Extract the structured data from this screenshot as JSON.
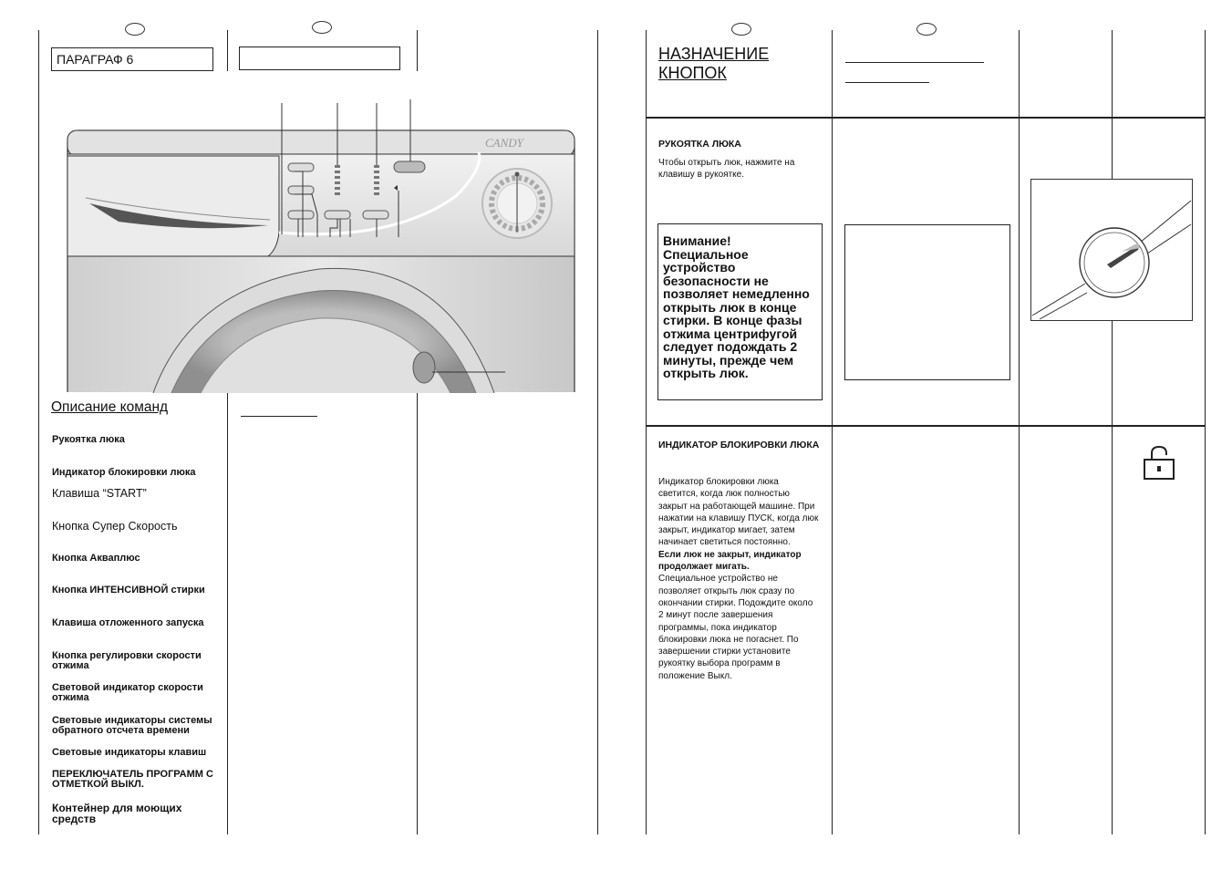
{
  "left_page": {
    "section_label": "ПАРАГРАФ 6",
    "brand": "CANDY",
    "commands_heading": "Описание команд",
    "commands": [
      "Рукоятка люка",
      "Индикатор блокировки люка",
      "Клавиша “START”",
      "Кнопка Супер Скорость",
      "Кнопка Акваплюс",
      "Кнопка ИНТЕНСИВНОЙ стирки",
      "Клавиша отложенного запуска",
      "Кнопка регулировки скорости отжима",
      "Световой индикатор скорости отжима",
      "Световые индикаторы системы обратного отсчета времени",
      "Световые индикаторы клавиш",
      "ПЕРЕКЛЮЧАТЕЛЬ ПРОГРАММ С ОТМЕТКОЙ ВЫКЛ.",
      "Контейнер для моющих средств"
    ]
  },
  "right_page": {
    "heading_line1": "НАЗНАЧЕНИЕ",
    "heading_line2": "КНОПОК",
    "door_handle": {
      "title": "РУКОЯТКА ЛЮКА",
      "text": "Чтобы открыть люк, нажмите на клавишу в рукоятке."
    },
    "warning": "Внимание! Специальное устройство безопасности не позволяет немедленно открыть люк в конце стирки. В конце фазы отжима центрифугой следует подождать 2 минуты, прежде чем открыть люк.",
    "lock_indicator": {
      "title": "ИНДИКАТОР БЛОКИРОВКИ ЛЮКА",
      "text1": "Индикатор блокировки люка светится, когда люк полностью закрыт на работающей машине. При нажатии на клавишу ПУСК, когда люк закрыт, индикатор мигает, затем начинает светиться постоянно.",
      "text2": "Если люк не закрыт, индикатор продолжает мигать.",
      "text3": "Специальное устройство не позволяет открыть люк сразу по окончании стирки. Подождите около 2 минут после завершения программы, пока индикатор блокировки люка не погаснет. По завершении стирки установите рукоятку выбора программ в положение Выкл."
    },
    "icons": [
      "door-handle-illustration",
      "padlock-icon"
    ]
  }
}
